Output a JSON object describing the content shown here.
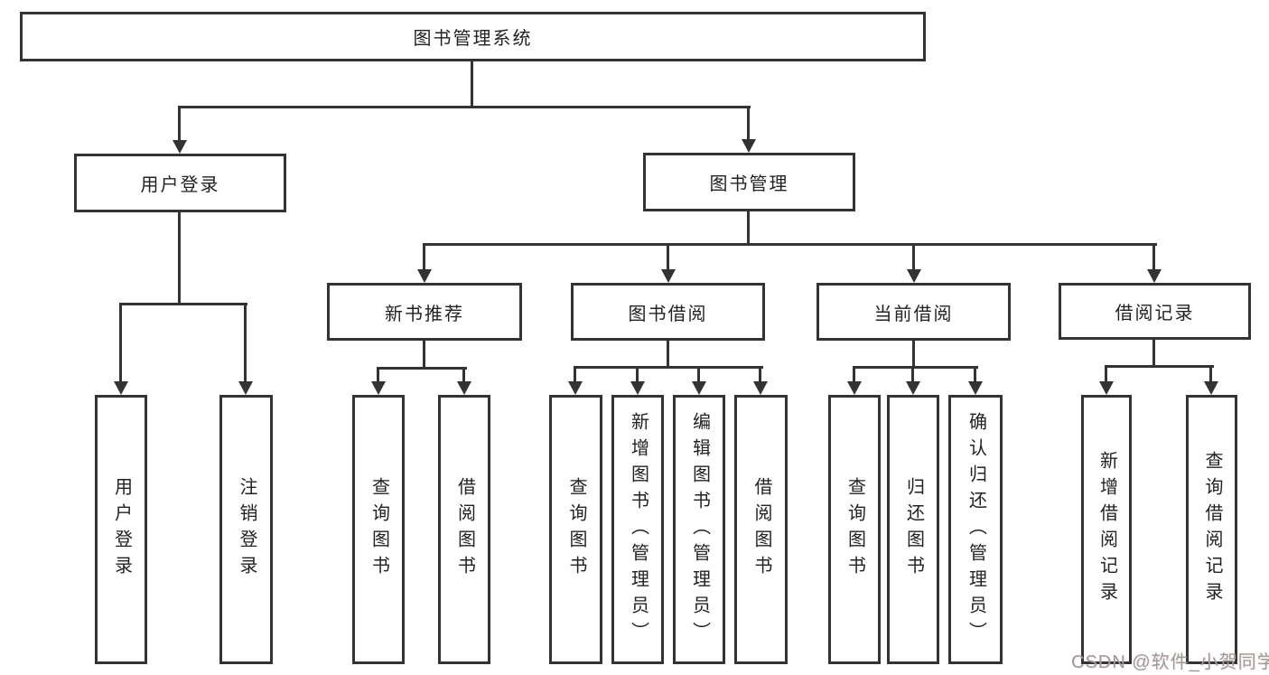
{
  "tree": {
    "root": {
      "label": "图书管理系统",
      "children": [
        {
          "label": "用户登录",
          "children": [
            {
              "label": "用户登录"
            },
            {
              "label": "注销登录"
            }
          ]
        },
        {
          "label": "图书管理",
          "children": [
            {
              "label": "新书推荐",
              "children": [
                {
                  "label": "查询图书"
                },
                {
                  "label": "借阅图书"
                }
              ]
            },
            {
              "label": "图书借阅",
              "children": [
                {
                  "label": "查询图书"
                },
                {
                  "label": "新增图书（管理员）"
                },
                {
                  "label": "编辑图书（管理员）"
                },
                {
                  "label": "借阅图书"
                }
              ]
            },
            {
              "label": "当前借阅",
              "children": [
                {
                  "label": "查询图书"
                },
                {
                  "label": "归还图书"
                },
                {
                  "label": "确认归还（管理员）"
                }
              ]
            },
            {
              "label": "借阅记录",
              "children": [
                {
                  "label": "新增借阅记录"
                },
                {
                  "label": "查询借阅记录"
                }
              ]
            }
          ]
        }
      ]
    }
  },
  "watermark": {
    "text": "CSDN @软件_小贺同学"
  },
  "colors": {
    "line": "#333333",
    "text": "#222222",
    "watermark": "#9b9b9b",
    "background": "#ffffff"
  }
}
